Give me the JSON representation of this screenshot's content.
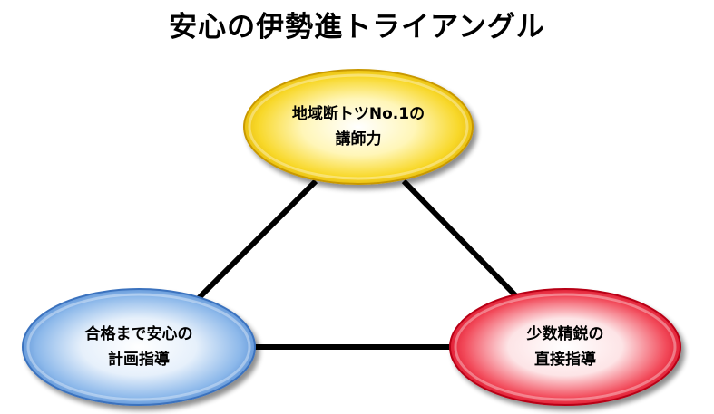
{
  "title": "安心の伊勢進トライアングル",
  "nodes": {
    "top": {
      "line1": "地域断トツNo.1の",
      "line2": "講師力",
      "color": "#f4c800"
    },
    "left": {
      "line1": "合格まで安心の",
      "line2": "計画指導",
      "color": "#5f9be0"
    },
    "right": {
      "line1": "少数精鋭の",
      "line2": "直接指導",
      "color": "#e8142a"
    }
  },
  "connector_color": "#000000"
}
